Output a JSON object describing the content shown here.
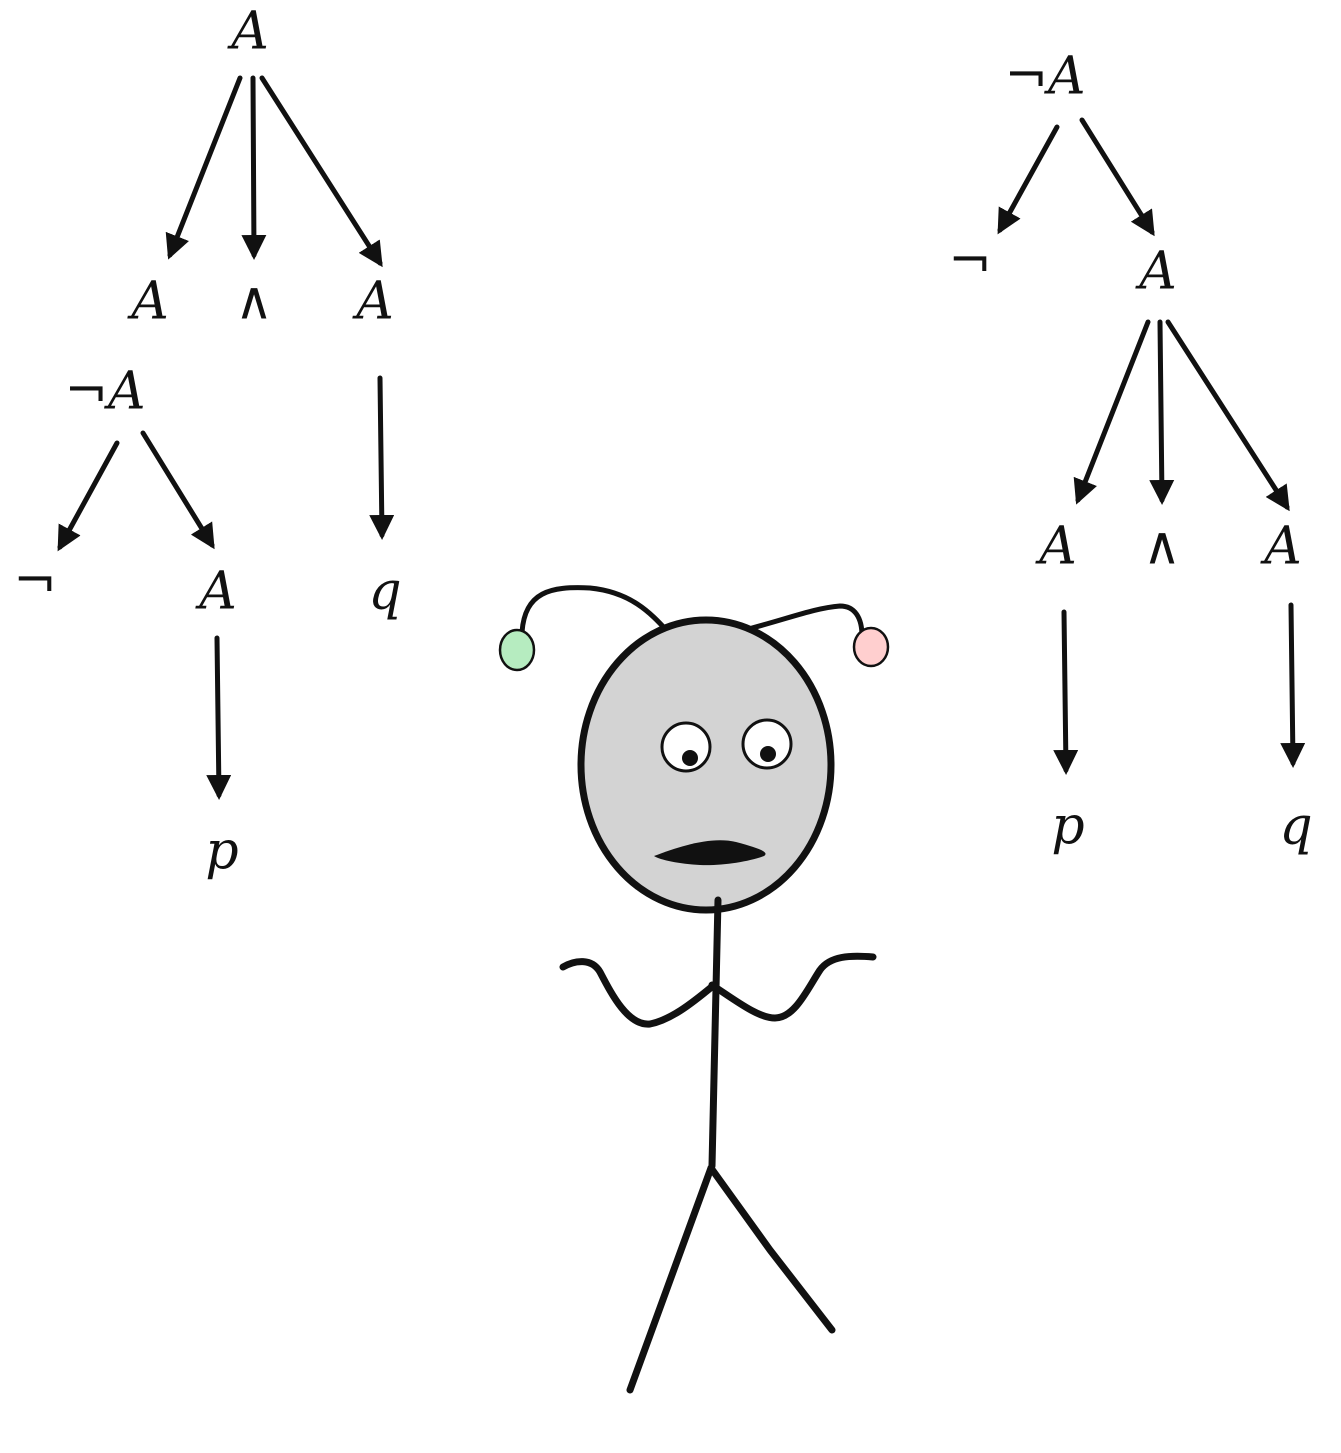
{
  "trees": [
    {
      "id": "left",
      "nodes": [
        {
          "id": "n1",
          "label": "A"
        },
        {
          "id": "n2",
          "label": "A"
        },
        {
          "id": "n3",
          "label": "∧"
        },
        {
          "id": "n4",
          "label": "A"
        },
        {
          "id": "n5",
          "label": "¬A"
        },
        {
          "id": "n6",
          "label": "q"
        },
        {
          "id": "n7",
          "label": "¬"
        },
        {
          "id": "n8",
          "label": "A"
        },
        {
          "id": "n9",
          "label": "p"
        }
      ]
    },
    {
      "id": "right",
      "nodes": [
        {
          "id": "m1",
          "label": "¬A"
        },
        {
          "id": "m2",
          "label": "¬"
        },
        {
          "id": "m3",
          "label": "A"
        },
        {
          "id": "m4",
          "label": "A"
        },
        {
          "id": "m5",
          "label": "∧"
        },
        {
          "id": "m6",
          "label": "A"
        },
        {
          "id": "m7",
          "label": "p"
        },
        {
          "id": "m8",
          "label": "q"
        }
      ]
    }
  ],
  "figure": {
    "description_icon": "confused-stick-figure-icon",
    "head_color": "#d3d3d3",
    "left_antenna_ball_color": "#b6ecc0",
    "right_antenna_ball_color": "#ffcfcf",
    "stroke_color": "#111111"
  }
}
